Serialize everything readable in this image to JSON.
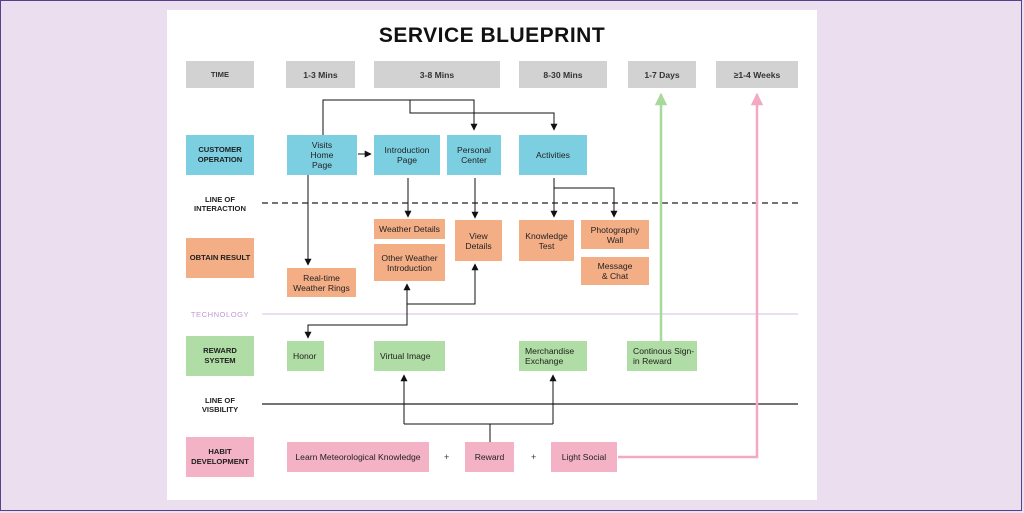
{
  "title": "SERVICE BLUEPRINT",
  "time_row": {
    "label": "TIME",
    "slots": [
      "1-3 Mins",
      "3-8 Mins",
      "8-30 Mins",
      "1-7 Days",
      "≥1-4 Weeks"
    ]
  },
  "lanes": {
    "customer_operation": "CUSTOMER OPERATION",
    "obtain_result": "OBTAIN RESULT",
    "reward_system": "REWARD SYSTEM",
    "habit_development": "HABIT DEVELOPMENT"
  },
  "lines": {
    "interaction": "LINE OF INTERACTION",
    "technology": "TECHNOLOGY",
    "visibility": "LINE OF VISBILITY"
  },
  "customer_operation": {
    "visits_home_page": "Visits Home Page",
    "introduction_page": "Introduction Page",
    "personal_center": "Personal Center",
    "activities": "Activities"
  },
  "obtain_result": {
    "realtime_weather_rings": "Real-time Weather Rings",
    "weather_details": "Weather Details",
    "other_weather_intro": "Other Weather Introduction",
    "view_details": "View Details",
    "knowledge_test": "Knowledge Test",
    "photography_wall": "Photography Wall",
    "message_chat": "Message & Chat"
  },
  "reward_system": {
    "honor": "Honor",
    "virtual_image": "Virtual Image",
    "merchandise_exchange": "Merchandise Exchange",
    "continous_signin": "Continous Sign-in Reward"
  },
  "habit_development": {
    "learn_knowledge": "Learn Meteorological Knowledge",
    "plus": "+",
    "reward": "Reward",
    "light_social": "Light Social"
  },
  "colors": {
    "time": "#d2d2d2",
    "customer": "#7ccfe0",
    "result": "#f4ae86",
    "reward": "#b0dca5",
    "habit": "#f3b2c5",
    "green_arrow": "#a6d99b",
    "pink_arrow": "#f2a9c1",
    "technology_line": "#c9a8d8"
  }
}
